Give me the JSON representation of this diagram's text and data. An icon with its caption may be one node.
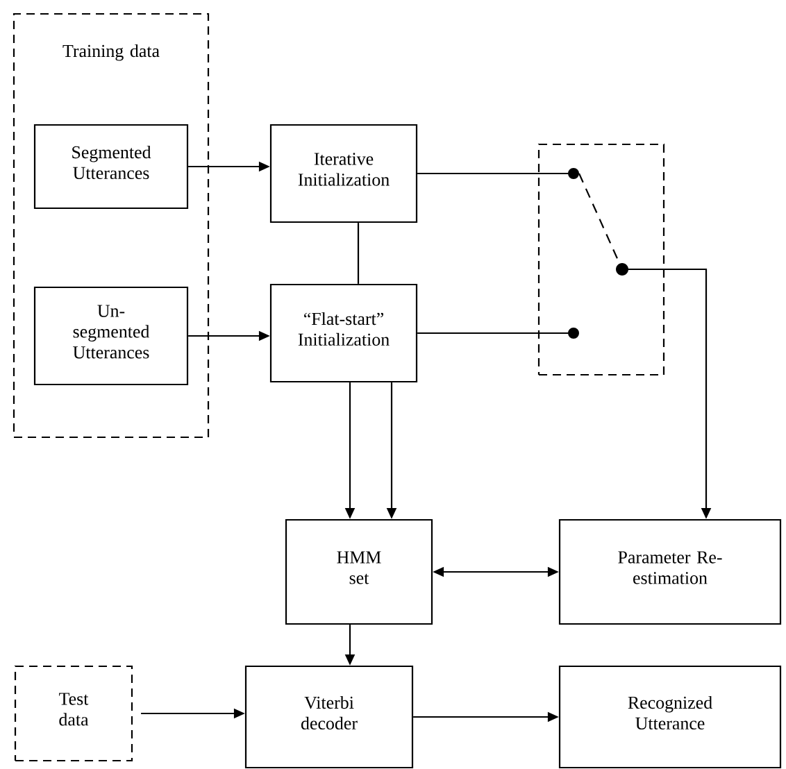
{
  "diagram": {
    "nodes": [
      {
        "text": [
          "Training data"
        ]
      },
      {
        "text": [
          "Segmented Utterances"
        ],
        "in": 0
      },
      {
        "text": [
          "Un-segmented Utterances"
        ],
        "in": 0
      },
      {
        "text": [
          "Iterative Initialization"
        ]
      },
      {
        "text": [
          "“Flat-start” Initialization"
        ]
      },
      {
        "text": [],
        "shape": "box"
      },
      {
        "text": [
          "HMM set"
        ]
      },
      {
        "text": [
          "Parameter Re-estimation"
        ]
      },
      {
        "text": [
          "Test data"
        ]
      },
      {
        "text": [
          "Viterbi decoder"
        ]
      },
      {
        "text": [
          "Recognized Utterance"
        ]
      }
    ],
    "edges": [
      {
        "from": 1,
        "to": 3,
        "arrow": "to"
      },
      {
        "from": 2,
        "to": 4,
        "arrow": "to"
      },
      {
        "from": 3,
        "to": 4,
        "arrow": "none"
      },
      {
        "from": 3,
        "to": 5,
        "arrow": "other"
      },
      {
        "from": 4,
        "to": 5,
        "arrow": "other"
      },
      {
        "from": 5,
        "to": 7,
        "arrow": "to"
      },
      {
        "from": 4,
        "to": 6,
        "arrow": "to"
      },
      {
        "from": 4,
        "to": 6,
        "arrow": "to"
      },
      {
        "from": 6,
        "to": 7,
        "arrow": "both"
      },
      {
        "from": 6,
        "to": 9,
        "arrow": "to"
      },
      {
        "from": 8,
        "to": 9,
        "arrow": "to"
      },
      {
        "from": 9,
        "to": 10,
        "arrow": "to"
      }
    ]
  }
}
